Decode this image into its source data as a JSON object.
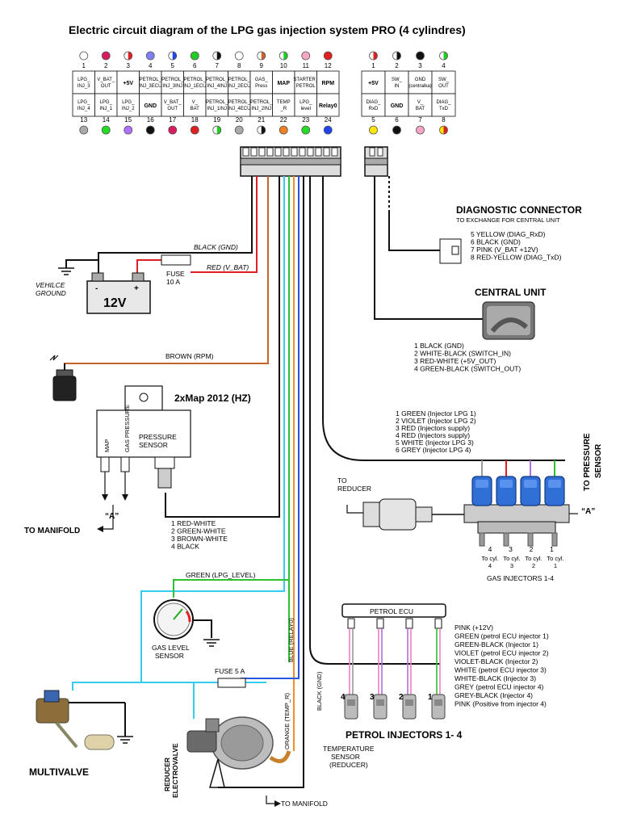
{
  "title": "Electric circuit diagram of the LPG gas injection system PRO  (4 cylindres)",
  "colors": {
    "black": "#111111",
    "red": "#e02020",
    "brown": "#c8642a",
    "green": "#2ec02e",
    "cyan": "#33ccee",
    "orange": "#f0902a",
    "blue": "#2a55e0",
    "violet": "#b070e0",
    "pink": "#f080c0",
    "grey": "#9a9a9a",
    "yellow": "#ffe600"
  },
  "main_connector": {
    "top_pins": [
      {
        "num": "1",
        "label": [
          "LPG_",
          "INJ_3"
        ],
        "color": "white"
      },
      {
        "num": "2",
        "label": [
          "V_BAT_",
          "OUT"
        ],
        "color": "#d81b60"
      },
      {
        "num": "3",
        "label": [
          "+5V"
        ],
        "color": "half-red"
      },
      {
        "num": "4",
        "label": [
          "PETROL_",
          "INJ_3ECU"
        ],
        "color": "#8080ff"
      },
      {
        "num": "5",
        "label": [
          "PETROL_",
          "INJ_3INJ"
        ],
        "color": "half-blue"
      },
      {
        "num": "6",
        "label": [
          "PETROL_",
          "INJ_1ECU"
        ],
        "color": "#22cc22"
      },
      {
        "num": "7",
        "label": [
          "PETROL_",
          "INJ_4INJ"
        ],
        "color": "half-black"
      },
      {
        "num": "8",
        "label": [
          "PETROL_",
          "INJ_2ECU"
        ],
        "color": "white"
      },
      {
        "num": "9",
        "label": [
          "GAS_",
          "Press"
        ],
        "color": "half-brown"
      },
      {
        "num": "10",
        "label": [
          "MAP"
        ],
        "color": "half-green"
      },
      {
        "num": "11",
        "label": [
          "STARTER_",
          "PETROL"
        ],
        "color": "#f7a6c8"
      },
      {
        "num": "12",
        "label": [
          "RPM"
        ],
        "color": "#e02020"
      }
    ],
    "bottom_pins": [
      {
        "num": "13",
        "label": [
          "LPG_",
          "INJ_4"
        ],
        "color": "#aaaaaa"
      },
      {
        "num": "14",
        "label": [
          "LPG_",
          "INJ_1"
        ],
        "color": "#22dd22"
      },
      {
        "num": "15",
        "label": [
          "LPG_",
          "INJ_2"
        ],
        "color": "#b070ff"
      },
      {
        "num": "16",
        "label": [
          "GND"
        ],
        "color": "#111111"
      },
      {
        "num": "17",
        "label": [
          "V_BAT_",
          "OUT"
        ],
        "color": "#d81b60"
      },
      {
        "num": "18",
        "label": [
          "V_",
          "BAT"
        ],
        "color": "#e02020"
      },
      {
        "num": "19",
        "label": [
          "PETROL_",
          "INJ_1INJ"
        ],
        "color": "half-green"
      },
      {
        "num": "20",
        "label": [
          "PETROL_",
          "INJ_4ECU"
        ],
        "color": "#aaaaaa"
      },
      {
        "num": "21",
        "label": [
          "PETROL_",
          "INJ_2INJ"
        ],
        "color": "half-black"
      },
      {
        "num": "22",
        "label": [
          "TEMP",
          "_R"
        ],
        "color": "#f08020"
      },
      {
        "num": "23",
        "label": [
          "LPG_",
          "level"
        ],
        "color": "#22dd22"
      },
      {
        "num": "24",
        "label": [
          "Relay0"
        ],
        "color": "#2244ee"
      }
    ]
  },
  "diag_connector_block": {
    "top_pins": [
      {
        "num": "1",
        "label": [
          "+5V"
        ],
        "color": "half-red"
      },
      {
        "num": "2",
        "label": [
          "SW_",
          "IN"
        ],
        "color": "half-black"
      },
      {
        "num": "3",
        "label": [
          "GND",
          "(centralka)"
        ],
        "color": "#111111"
      },
      {
        "num": "4",
        "label": [
          "SW_",
          "OUT"
        ],
        "color": "half-green"
      }
    ],
    "bottom_pins": [
      {
        "num": "5",
        "label": [
          "DIAG_",
          "RxD"
        ],
        "color": "#ffe600"
      },
      {
        "num": "6",
        "label": [
          "GND"
        ],
        "color": "#111111"
      },
      {
        "num": "7",
        "label": [
          "V_",
          "BAT"
        ],
        "color": "#f7a6c8"
      },
      {
        "num": "8",
        "label": [
          "DIAG_",
          "TxD"
        ],
        "color": "half-yellow"
      }
    ]
  },
  "diagnostic": {
    "title": "DIAGNOSTIC CONNECTOR",
    "subtitle": "TO EXCHANGE FOR CENTRAL UNIT",
    "lines": [
      "5 YELLOW (DIAG_RxD)",
      "6 BLACK (GND)",
      "7 PINK (V_BAT +12V)",
      "8 RED-YELLOW (DIAG_TxD)"
    ]
  },
  "central_unit": {
    "title": "CENTRAL UNIT",
    "lines": [
      "1 BLACK (GND)",
      "2 WHITE-BLACK (SWITCH_IN)",
      "3 RED-WHITE (+5V_OUT)",
      "4 GREEN-BLACK (SWITCH_OUT)"
    ]
  },
  "battery": {
    "label": "12V",
    "minus": "-",
    "plus": "+",
    "ground_label": [
      "VEHILCE",
      "GROUND"
    ],
    "fuse_label": [
      "FUSE",
      "10 A"
    ],
    "black_wire": "BLACK (GND)",
    "red_wire": "RED (V_BAT)"
  },
  "rpm": {
    "label": "BROWN (RPM)"
  },
  "map_sensor": {
    "title": "2xMap 2012 (HZ)",
    "label": [
      "PRESSURE",
      "SENSOR"
    ],
    "ports": [
      "MAP",
      "GAS PRESSURE"
    ],
    "a_label": "“A”",
    "manifold": "TO MANIFOLD",
    "lines": [
      "1 RED-WHITE",
      "2 GREEN-WHITE",
      "3 BROWN-WHITE",
      "4 BLACK"
    ]
  },
  "gas_injectors": {
    "wires": [
      "1 GREEN (Injector LPG 1)",
      "2 VIOLET (Injector LPG 2)",
      "3 RED (Injectors supply)",
      "4 RED (Injectors supply)",
      "5 WHITE (Injector LPG 3)",
      "6 GREY (Injector LPG 4)"
    ],
    "to_pressure": [
      "TO PRESSURE",
      "SENSOR"
    ],
    "to_reducer": [
      "TO",
      "REDUCER"
    ],
    "a_label": "“A”",
    "numbers": [
      "4",
      "3",
      "2",
      "1"
    ],
    "cyl_labels": [
      [
        "To cyl.",
        "4"
      ],
      [
        "To cyl.",
        "3"
      ],
      [
        "To cyl.",
        "2"
      ],
      [
        "To cyl.",
        "1"
      ]
    ],
    "title": "GAS INJECTORS 1-4"
  },
  "gas_level": {
    "wire": "GREEN (LPG_LEVEL)",
    "label": [
      "GAS LEVEL",
      "SENSOR"
    ]
  },
  "fuse5": {
    "label": "FUSE 5 A"
  },
  "vertical_labels": {
    "blue": "BLUE (RELAY0)",
    "orange": "ORANGE (TEMP_R)",
    "black": "BLACK (GND)"
  },
  "petrol_ecu": {
    "title": "PETROL ECU",
    "lines": [
      "PINK (+12V)",
      "GREEN (petrol ECU injector 1)",
      "GREEN-BLACK (Injector 1)",
      "VIOLET (petrol ECU injector 2)",
      "VIOLET-BLACK (Injector 2)",
      "WHITE (petrol ECU injector 3)",
      "WHITE-BLACK (Injector 3)",
      "GREY (petrol ECU injector 4)",
      "GREY-BLACK (Injector 4)",
      "PINK (Positive from injector 4)"
    ],
    "inj_numbers": [
      "4",
      "3",
      "2",
      "1"
    ],
    "injectors_title": "PETROL INJECTORS 1- 4"
  },
  "reducer": {
    "electrovalve": [
      "REDUCER",
      "ELECTROVALVE"
    ],
    "temp_sensor": [
      "TEMPERATURE",
      "SENSOR",
      "(REDUCER)"
    ],
    "manifold": "TO MANIFOLD"
  },
  "multivalve": {
    "label": "MULTIVALVE"
  }
}
